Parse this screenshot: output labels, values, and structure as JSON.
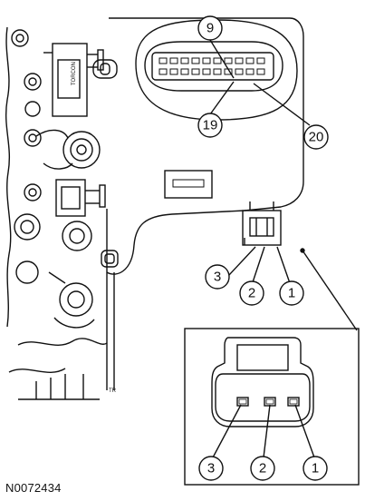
{
  "figure_id": "N0072434",
  "main_connector": {
    "callouts": [
      "9",
      "19",
      "20"
    ]
  },
  "lower_callouts": [
    "3",
    "2",
    "1"
  ],
  "inset": {
    "callouts": [
      "3",
      "2",
      "1"
    ]
  },
  "colors": {
    "line": "#111111",
    "background": "#ffffff"
  }
}
